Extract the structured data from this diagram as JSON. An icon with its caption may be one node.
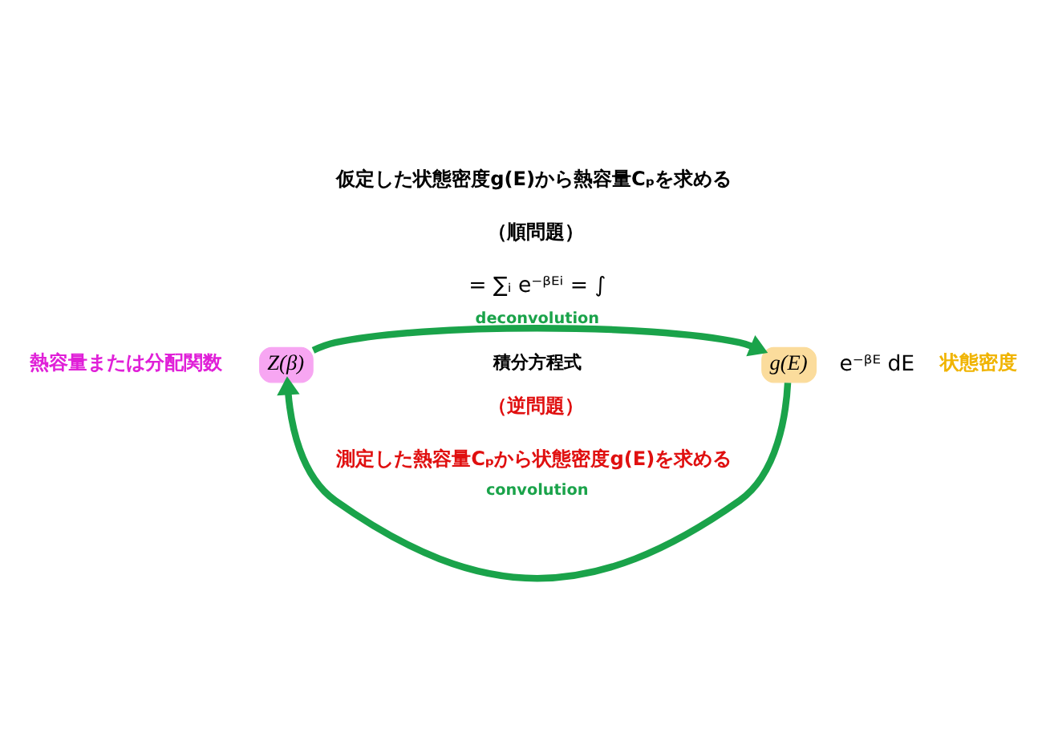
{
  "diagram": {
    "nodes": [
      {
        "text": [
          "Z(β)"
        ],
        "beside": [
          "熱容量または分配関数"
        ]
      },
      {
        "text": [
          "g(E)"
        ]
      }
    ],
    "edges": [
      {
        "from": 1,
        "to": 0,
        "arrow": "to",
        "label": "convolution"
      },
      {
        "from": 0,
        "to": 1,
        "arrow": "to",
        "label": "deconvolution"
      }
    ],
    "labels": [
      "仮定した状態密度g(E)から熱容量Cₚを求める",
      "（順問題）",
      "= ∑ᵢ e⁻ᵝᴱⁱ = ∫",
      "e⁻ᵝᴱ dE",
      "状態密度",
      "積分方程式",
      "測定した熱容量Cₚから状態密度g(E)を求める",
      "（逆問題）"
    ]
  }
}
